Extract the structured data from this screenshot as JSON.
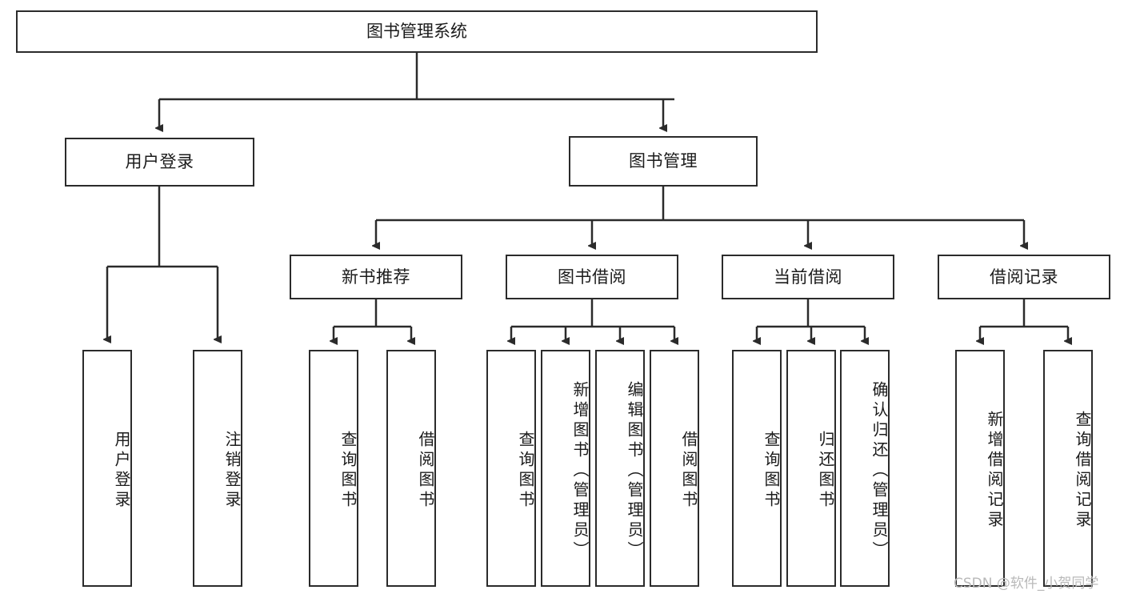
{
  "diagram": {
    "title": "图书管理系统",
    "type": "tree-hierarchy",
    "orientation": "top-down",
    "colors": {
      "box_border": "#2b2b2b",
      "box_fill": "#ffffff",
      "text": "#1b1b1b",
      "edge": "#2b2b2b",
      "watermark": "#b9b9b9",
      "background": "#ffffff"
    }
  },
  "root": {
    "label": "图书管理系统"
  },
  "level2": [
    {
      "label": "用户登录"
    },
    {
      "label": "图书管理"
    }
  ],
  "level3": [
    {
      "label": "新书推荐"
    },
    {
      "label": "图书借阅"
    },
    {
      "label": "当前借阅"
    },
    {
      "label": "借阅记录"
    }
  ],
  "leaves": {
    "user_login": [
      {
        "label": "用户登录"
      },
      {
        "label": "注销登录"
      }
    ],
    "new_book_recommend": [
      {
        "label": "查询图书"
      },
      {
        "label": "借阅图书"
      }
    ],
    "book_borrow": [
      {
        "label": "查询图书"
      },
      {
        "label": "新增图书（管理员）"
      },
      {
        "label": "编辑图书（管理员）"
      },
      {
        "label": "借阅图书"
      }
    ],
    "current_borrow": [
      {
        "label": "查询图书"
      },
      {
        "label": "归还图书"
      },
      {
        "label": "确认归还（管理员）"
      }
    ],
    "borrow_record": [
      {
        "label": "新增借阅记录"
      },
      {
        "label": "查询借阅记录"
      }
    ]
  },
  "watermark": {
    "text": "CSDN @软件_小贺同学"
  }
}
